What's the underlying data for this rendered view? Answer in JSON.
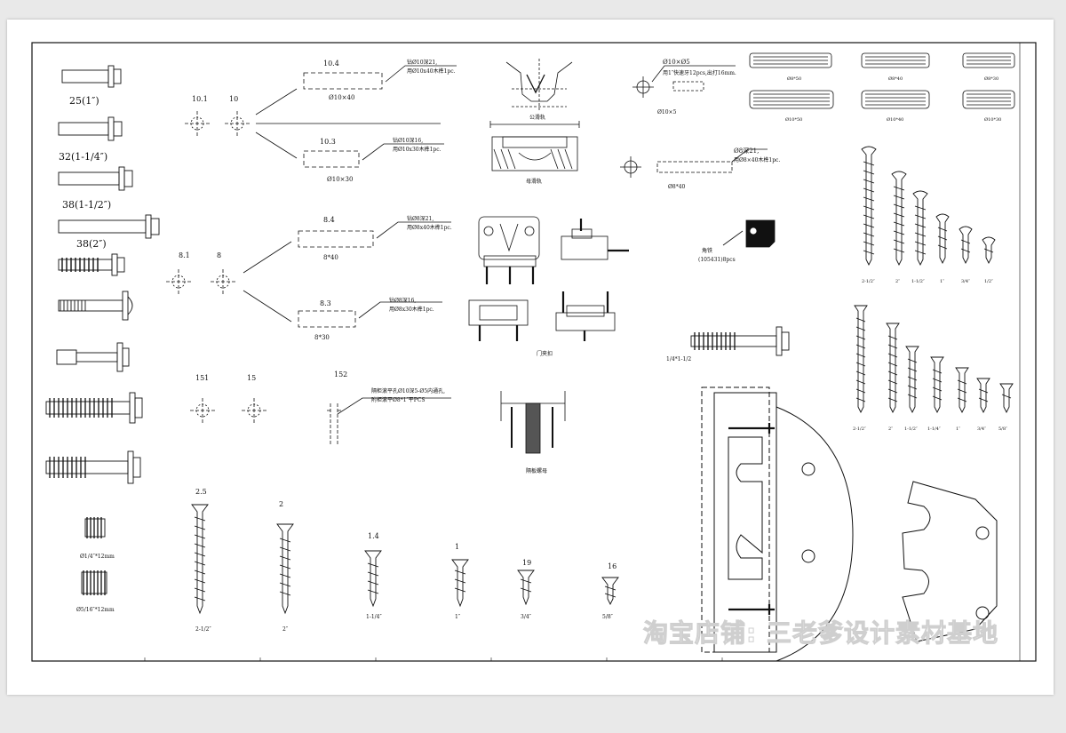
{
  "colors": {
    "ink": "#111111",
    "paper": "#ffffff",
    "background": "#e9e9e9",
    "watermark_outline": "#cfcfcf"
  },
  "bolts": [
    "25(1″)",
    "32(1-1/4″)",
    "38(1-1/2″)",
    "38(2″)"
  ],
  "dowel_groups": {
    "g10": {
      "n1": "10.1",
      "n2": "10",
      "top": "10.4",
      "top_dim": "Ø10×40",
      "top_note1": "钻Ø10深21,",
      "top_note2": "用Ø10x40木榫1pc.",
      "bot": "10.3",
      "bot_dim": "Ø10×30",
      "bot_note1": "钻Ø10深16,",
      "bot_note2": "用Ø10x30木榫1pc."
    },
    "g8": {
      "n1": "8.1",
      "n2": "8",
      "top": "8.4",
      "top_dim": "8*40",
      "top_note1": "钻Ø8深21,",
      "top_note2": "用Ø8x40木榫1pc.",
      "bot": "8.3",
      "bot_dim": "8*30",
      "bot_note1": "钻Ø8深16,",
      "bot_note2": "用Ø8x30木榫1pc."
    },
    "g15": {
      "n1": "151",
      "n2": "15"
    },
    "g152": {
      "n": "152",
      "note1": "隔柜滚平孔Ø10深5-Ø5内通孔,",
      "note2": "附柜滚平Ø8*1″平PCS"
    }
  },
  "insert_labels": [
    "Ø1/4″*12mm",
    "Ø5/16″*12mm"
  ],
  "screw_sizes_bottom": [
    {
      "num": "2.5",
      "size": "2-1/2″"
    },
    {
      "num": "2",
      "size": "2″"
    },
    {
      "num": "1.4",
      "size": "1-1/4″"
    },
    {
      "num": "1",
      "size": "1″"
    },
    {
      "num": "19",
      "size": "3/4″"
    },
    {
      "num": "16",
      "size": "5/8″"
    }
  ],
  "section_labels": {
    "male_rail": "公滑轨",
    "female_rail": "母滑轨",
    "door_latch": "门夹扣",
    "panel_insert": "隔板螺母",
    "corner_note1": "角铁",
    "corner_note2": "(105431)8pcs"
  },
  "cam_fitting": {
    "dia": "Ø10×Ø5",
    "note1": "用1″快速牙12pcs,出打16mm.",
    "bottom": "Ø10×5"
  },
  "dowel_8": {
    "top1": "Ø8深21,",
    "top2": "用Ø8×40木榫1pc.",
    "bottom": "Ø8*40"
  },
  "wood_dowels": [
    "Ø8*50",
    "Ø8*40",
    "Ø8*30",
    "Ø10*50",
    "Ø10*40",
    "Ø10*30"
  ],
  "screws_right_top": [
    "2-1/2″",
    "2″",
    "1-1/2″",
    "1″",
    "3/4″",
    "1/2″"
  ],
  "screws_right_mid": [
    "2-1/2″",
    "2″",
    "1-1/2″",
    "1-1/4″",
    "1″",
    "3/4″",
    "5/8″"
  ],
  "bolt_label": "1/4*1-1/2",
  "watermark": "淘宝店铺: 三老爹设计素材基地"
}
